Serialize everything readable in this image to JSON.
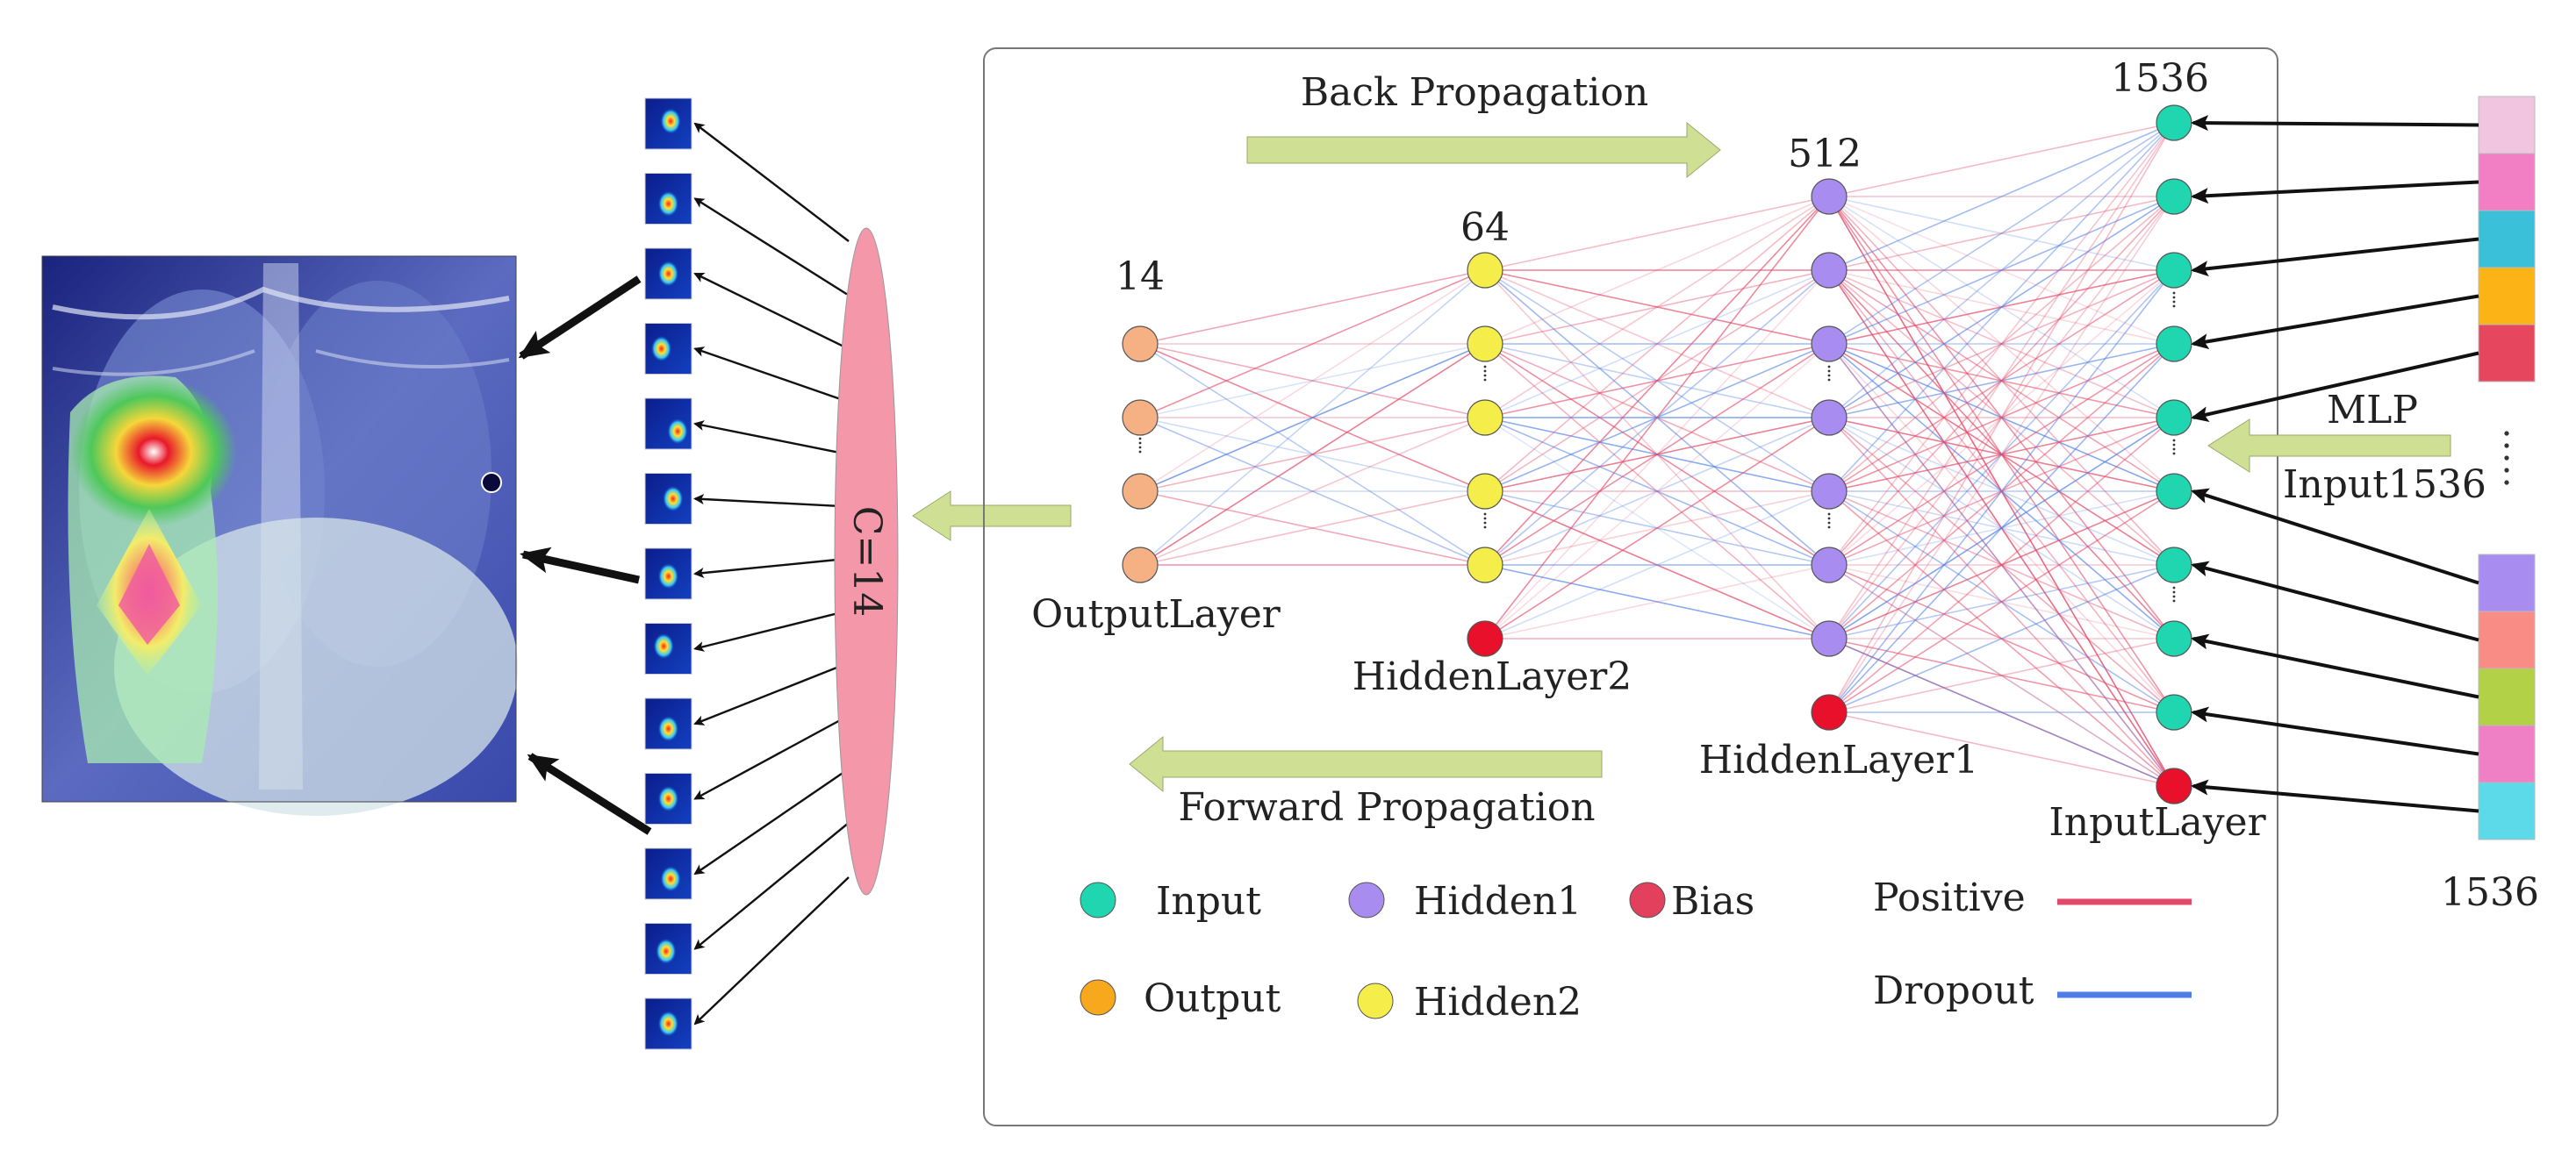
{
  "network": {
    "layer_sizes": {
      "output": "14",
      "hidden2": "64",
      "hidden1": "512",
      "input": "1536"
    },
    "layer_names": {
      "output": "OutputLayer",
      "hidden2": "HiddenLayer2",
      "hidden1": "HiddenLayer1",
      "input": "InputLayer"
    },
    "node_counts": {
      "output": 4,
      "hidden2": 5,
      "hidden1": 7,
      "input": 10
    }
  },
  "arrows": {
    "back": "Back Propagation",
    "forward": "Forward Propagation",
    "mlp": "MLP",
    "mlp_input": "Input1536"
  },
  "classifier": {
    "label": "C=14",
    "heatmap_count": 13
  },
  "features": {
    "count_label": "1536"
  },
  "legend": {
    "input": "Input",
    "hidden1": "Hidden1",
    "bias": "Bias",
    "output": "Output",
    "hidden2": "Hidden2",
    "positive": "Positive",
    "dropout": "Dropout"
  },
  "colors": {
    "input_node": "#1fd6b0",
    "hidden1_node": "#a98cf0",
    "hidden2_node": "#f5ee4a",
    "output_node": "#f5b184",
    "output_legend": "#f7a81c",
    "bias_node": "#e8102a",
    "bias_legend": "#e3405e",
    "positive": "#e34a6a",
    "dropout": "#4f7fe6",
    "arrow_fill": "#cfe095",
    "ellipse_fill": "#f497a8",
    "frame_stroke": "#777777",
    "feature_top": [
      "#f1c4e0",
      "#f27ec4",
      "#3ac0d8",
      "#fbb315",
      "#e6475f"
    ],
    "feature_bottom": [
      "#a98cf0",
      "#f98d85",
      "#b2d146",
      "#ef80c6",
      "#5cdaea"
    ]
  }
}
